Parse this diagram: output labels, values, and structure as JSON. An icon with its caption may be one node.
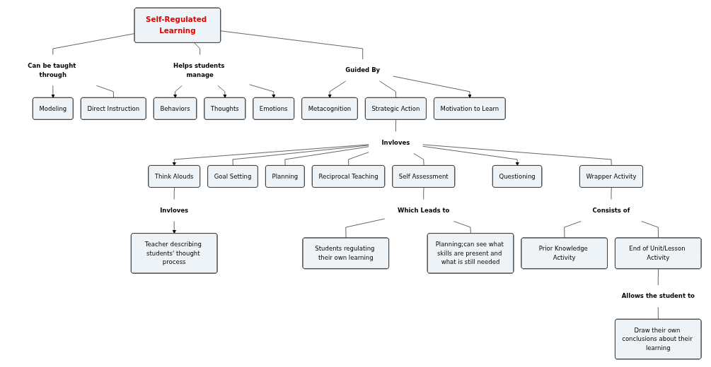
{
  "diagram": {
    "nodes": [
      {
        "text": [
          "Self-Regulated Learning"
        ]
      },
      {
        "text": [
          "Can be taught through"
        ]
      },
      {
        "text": [
          "Modeling"
        ]
      },
      {
        "text": [
          "Direct Instruction"
        ]
      },
      {
        "text": [
          "Helps students manage"
        ]
      },
      {
        "text": [
          "Behaviors"
        ]
      },
      {
        "text": [
          "Thoughts"
        ]
      },
      {
        "text": [
          "Emotions"
        ]
      },
      {
        "text": [
          "Guided By"
        ]
      },
      {
        "text": [
          "Metacognition"
        ]
      },
      {
        "text": [
          "Strategic Action"
        ]
      },
      {
        "text": [
          "Motivation to Learn"
        ]
      },
      {
        "text": [
          "Invloves"
        ]
      },
      {
        "text": [
          "Think Alouds"
        ]
      },
      {
        "text": [
          "Invloves"
        ]
      },
      {
        "text": [
          "Teacher describing students' thought process"
        ]
      },
      {
        "text": [
          "Goal Setting"
        ]
      },
      {
        "text": [
          "Planning"
        ]
      },
      {
        "text": [
          "Reciprocal Teaching"
        ]
      },
      {
        "text": [
          "Wrapper Activity"
        ]
      },
      {
        "text": [
          "Questioning"
        ]
      },
      {
        "text": [
          "Self Assessment"
        ]
      },
      {
        "text": [
          "Which Leads to"
        ]
      },
      {
        "text": [
          "Students regulating their own learning"
        ]
      },
      {
        "text": [
          "Planning;can see what skills are present and what is still needed"
        ]
      },
      {
        "text": [
          "Consists of"
        ]
      },
      {
        "text": [
          "Prior Knowledge Activity"
        ]
      },
      {
        "text": [
          "End of Unit/Lesson Activity"
        ]
      },
      {
        "text": [
          "Allows the student to"
        ]
      },
      {
        "text": [
          "Draw their own conclusions about their learning"
        ]
      }
    ],
    "edges": [
      {
        "from": 0,
        "to": 1,
        "arrow": "none"
      },
      {
        "from": 1,
        "to": 2,
        "arrow": "to"
      },
      {
        "from": 1,
        "to": 3,
        "arrow": "none"
      },
      {
        "from": 0,
        "to": 4,
        "arrow": "none"
      },
      {
        "from": 4,
        "to": 5,
        "arrow": "to"
      },
      {
        "from": 4,
        "to": 6,
        "arrow": "to"
      },
      {
        "from": 4,
        "to": 7,
        "arrow": "to"
      },
      {
        "from": 0,
        "to": 8,
        "arrow": "none"
      },
      {
        "from": 8,
        "to": 9,
        "arrow": "to"
      },
      {
        "from": 8,
        "to": 10,
        "arrow": "none"
      },
      {
        "from": 8,
        "to": 11,
        "arrow": "to"
      },
      {
        "from": 10,
        "to": 12,
        "arrow": "none"
      },
      {
        "from": 12,
        "to": 13,
        "arrow": "to"
      },
      {
        "from": 13,
        "to": 14,
        "arrow": "none"
      },
      {
        "from": 14,
        "to": 15,
        "arrow": "to"
      },
      {
        "from": 12,
        "to": 16,
        "arrow": "none"
      },
      {
        "from": 12,
        "to": 17,
        "arrow": "none"
      },
      {
        "from": 12,
        "to": 18,
        "arrow": "none"
      },
      {
        "from": 12,
        "to": 19,
        "arrow": "none"
      },
      {
        "from": 12,
        "to": 20,
        "arrow": "to"
      },
      {
        "from": 12,
        "to": 21,
        "arrow": "none"
      },
      {
        "from": 21,
        "to": 22,
        "arrow": "none"
      },
      {
        "from": 22,
        "to": 23,
        "arrow": "none"
      },
      {
        "from": 22,
        "to": 24,
        "arrow": "none"
      },
      {
        "from": 19,
        "to": 25,
        "arrow": "none"
      },
      {
        "from": 25,
        "to": 26,
        "arrow": "none"
      },
      {
        "from": 25,
        "to": 27,
        "arrow": "none"
      },
      {
        "from": 27,
        "to": 28,
        "arrow": "none"
      },
      {
        "from": 28,
        "to": 29,
        "arrow": "none"
      }
    ]
  }
}
